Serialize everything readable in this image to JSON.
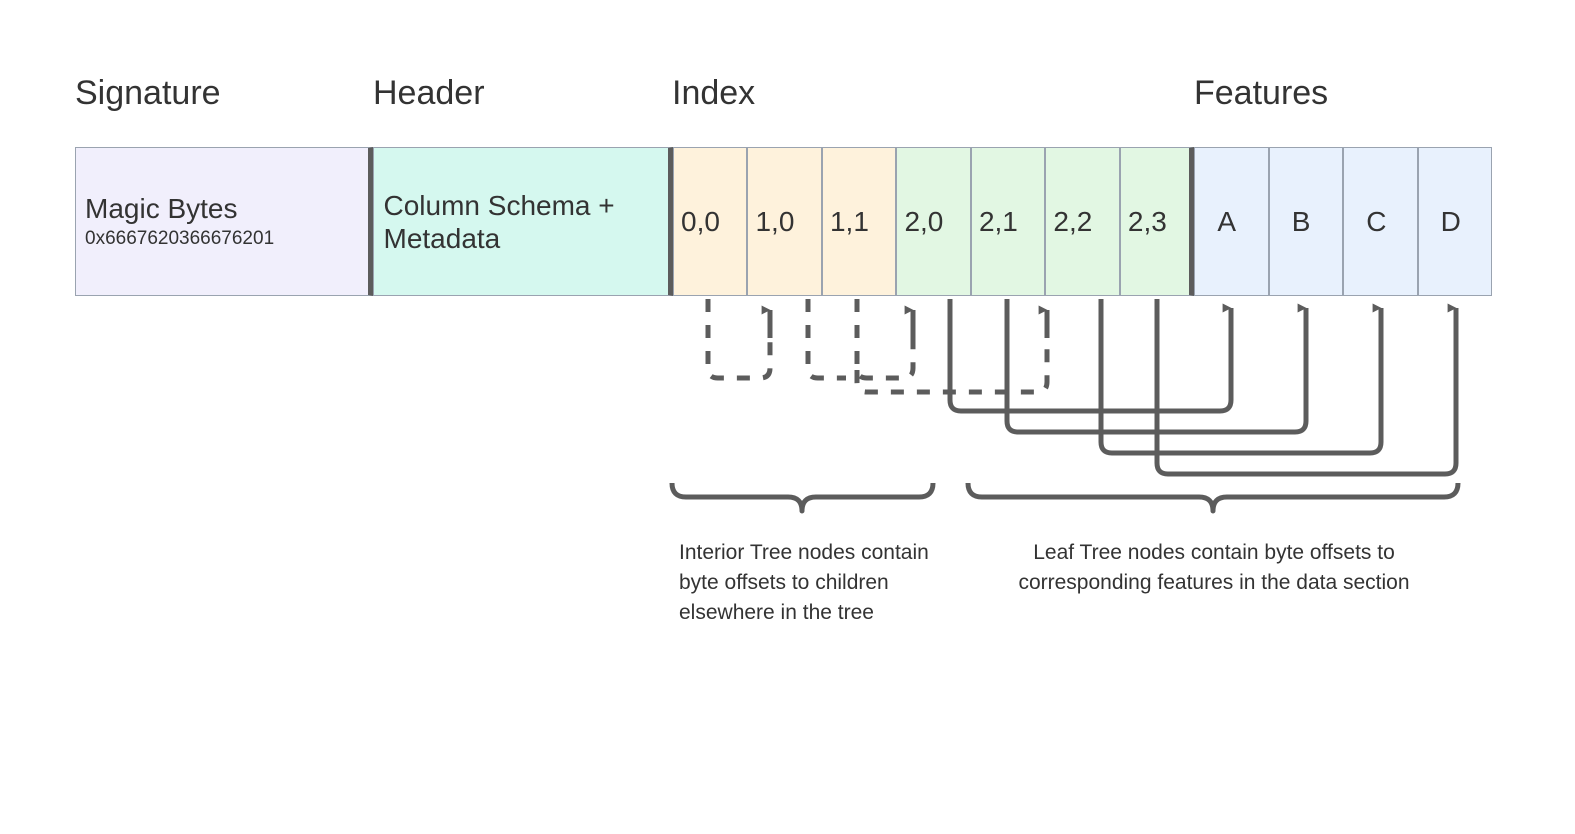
{
  "sections": [
    {
      "id": "signature",
      "label": "Signature"
    },
    {
      "id": "header",
      "label": "Header"
    },
    {
      "id": "index",
      "label": "Index"
    },
    {
      "id": "features",
      "label": "Features"
    }
  ],
  "signature": {
    "title": "Magic Bytes",
    "magic_bytes": "0x6667620366676201"
  },
  "header": {
    "title": "Column Schema + Metadata"
  },
  "index": {
    "interior_nodes": [
      "0,0",
      "1,0",
      "1,1"
    ],
    "leaf_nodes": [
      "2,0",
      "2,1",
      "2,2",
      "2,3"
    ]
  },
  "features": {
    "cells": [
      "A",
      "B",
      "C",
      "D"
    ]
  },
  "captions": {
    "interior": "Interior Tree nodes contain byte offsets to children elsewhere in the tree",
    "leaf": "Leaf Tree nodes contain byte offsets to corresponding features in the data section"
  },
  "colors": {
    "signature_fill": "#f1effc",
    "header_fill": "#d5f8ef",
    "interior_fill": "#fef2dc",
    "leaf_fill": "#e2f7e3",
    "feature_fill": "#e8f1fd",
    "cell_border": "#9aa3b0",
    "divider": "#5c5c5c",
    "connector": "#5c5c5c",
    "text": "#333333",
    "background": "#ffffff"
  }
}
